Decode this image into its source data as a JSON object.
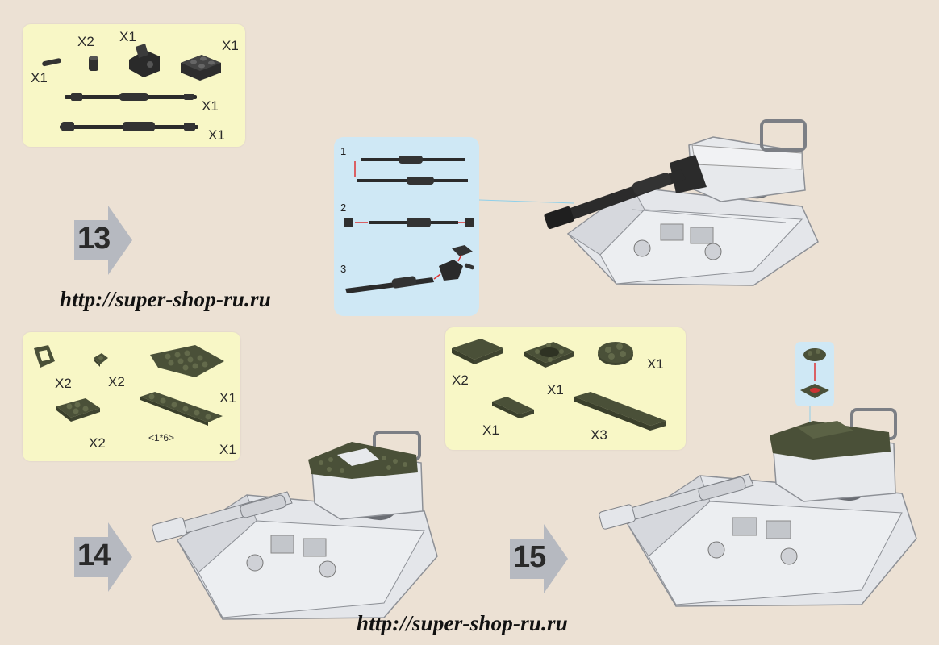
{
  "steps": {
    "s13": {
      "number": "13"
    },
    "s14": {
      "number": "14"
    },
    "s15": {
      "number": "15"
    }
  },
  "parts_13": {
    "qty_pin": "X1",
    "qty_bush": "X2",
    "qty_bracket": "X1",
    "qty_plate": "X1",
    "qty_barrel_a": "X1",
    "qty_barrel_b": "X1"
  },
  "sub_steps_13": [
    "1",
    "2",
    "3"
  ],
  "parts_14": {
    "qty_bracket": "X2",
    "qty_tile": "X2",
    "qty_wedge": "X1",
    "qty_plate_1x2": "X2",
    "qty_plate_1x6": "X1",
    "label_1x6": "<1*6>"
  },
  "parts_15": {
    "qty_tile_2x2": "X2",
    "qty_turntable": "X1",
    "qty_round": "X1",
    "qty_tile_1x2": "X1",
    "qty_tile_long": "X3"
  },
  "watermarks": {
    "top": "http://super-shop-ru.ru",
    "bottom": "http://super-shop-ru.ru"
  },
  "colors": {
    "background": "#ece1d4",
    "parts_panel": "#f8f7c6",
    "sub_panel": "#cfe8f5",
    "brick_dark_green": "#4a5038",
    "brick_black": "#2b2b2b",
    "model_white": "#e4e6ea"
  }
}
